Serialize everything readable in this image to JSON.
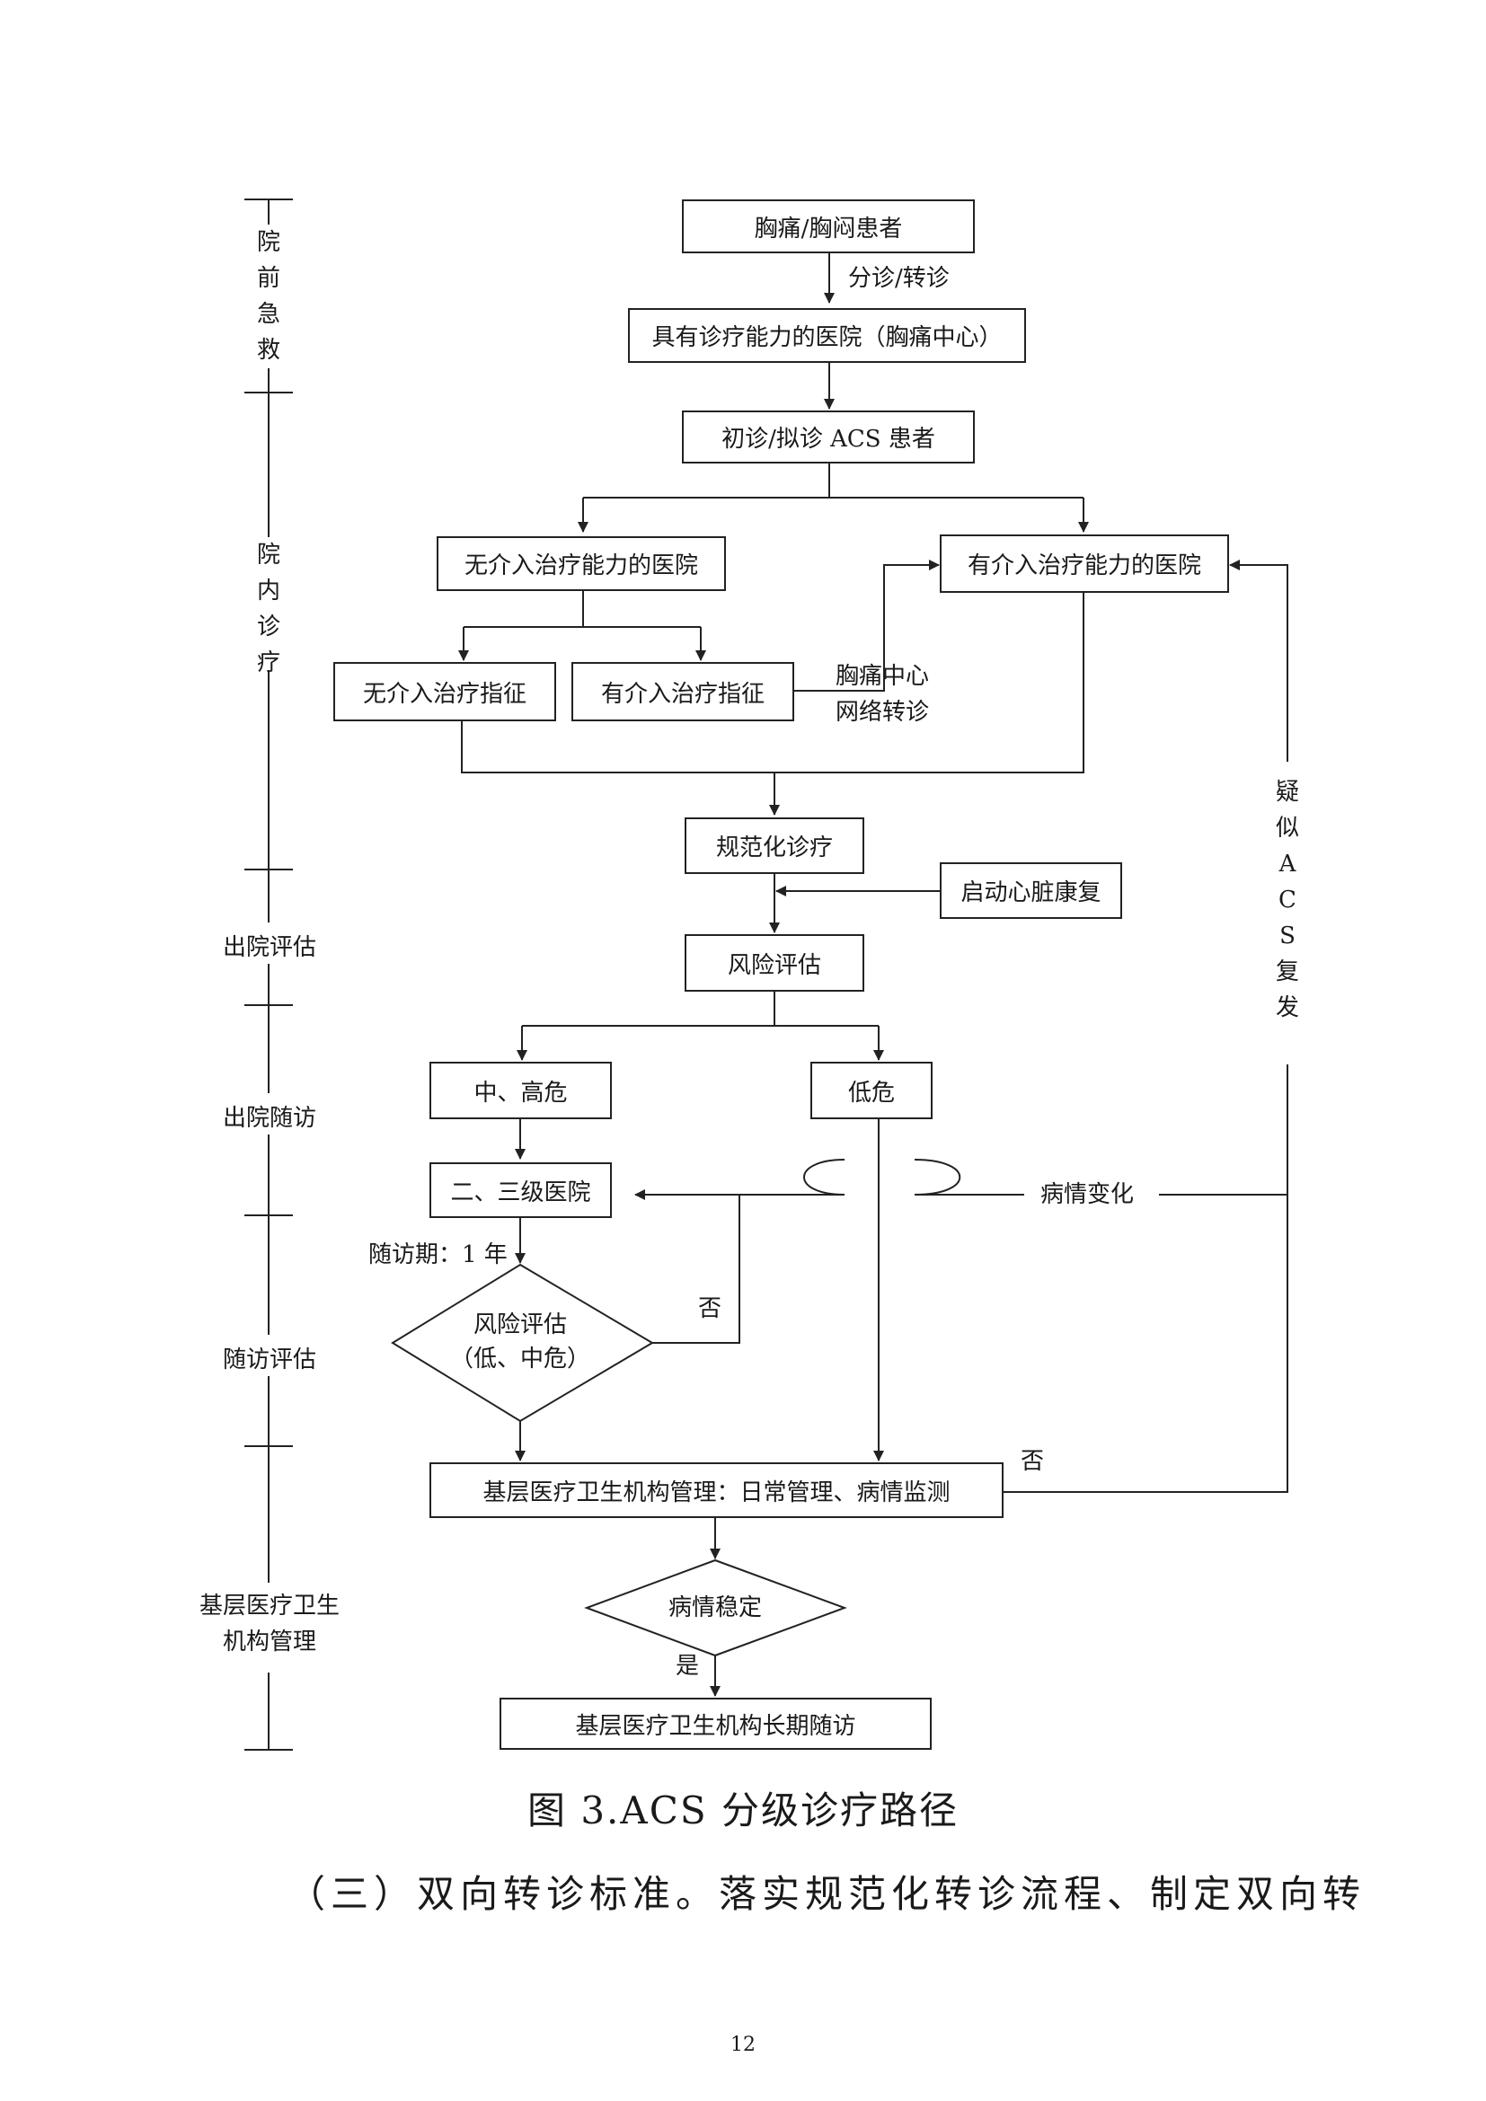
{
  "stages": {
    "pre_hospital": [
      "院",
      "前",
      "急",
      "救"
    ],
    "in_hospital": [
      "院",
      "内",
      "诊",
      "疗"
    ],
    "discharge_eval": "出院评估",
    "discharge_followup": "出院随访",
    "followup_eval": "随访评估",
    "primary_care_line1": "基层医疗卫生",
    "primary_care_line2": "机构管理"
  },
  "nodes": {
    "chest_pain_patient": "胸痛/胸闷患者",
    "triage_label": "分诊/转诊",
    "capable_hospital": "具有诊疗能力的医院（胸痛中心）",
    "initial_acs": "初诊/拟诊 ACS 患者",
    "no_intervention_hospital": "无介入治疗能力的医院",
    "intervention_hospital": "有介入治疗能力的医院",
    "no_intervention_indication": "无介入治疗指征",
    "has_intervention_indication": "有介入治疗指征",
    "network_transfer_line1": "胸痛中心",
    "network_transfer_line2": "网络转诊",
    "standard_treatment": "规范化诊疗",
    "cardiac_rehab": "启动心脏康复",
    "risk_assessment": "风险评估",
    "mid_high_risk": "中、高危",
    "low_risk": "低危",
    "condition_change": "病情变化",
    "secondary_tertiary": "二、三级医院",
    "followup_period": "随访期：1 年",
    "risk_diamond_line1": "风险评估",
    "risk_diamond_line2": "（低、中危）",
    "no_label_1": "否",
    "no_label_2": "否",
    "primary_management": "基层医疗卫生机构管理：日常管理、病情监测",
    "condition_stable": "病情稳定",
    "yes_label": "是",
    "longterm_followup": "基层医疗卫生机构长期随访",
    "suspected_recurrence": [
      "疑",
      "似",
      "A",
      "C",
      "S",
      "复",
      "发"
    ]
  },
  "caption": "图 3.ACS 分级诊疗路径",
  "section_text": "（三）双向转诊标准。落实规范化转诊流程、制定双向转",
  "page_number": "12"
}
